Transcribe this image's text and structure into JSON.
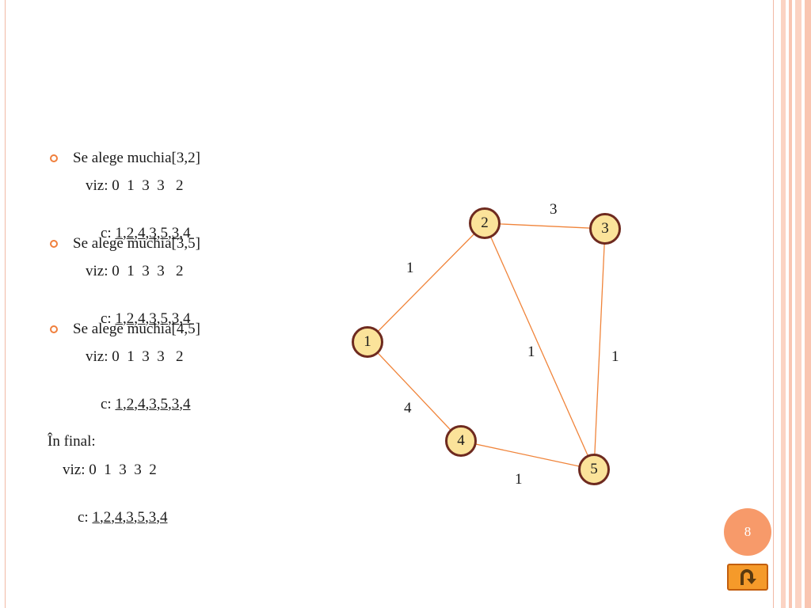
{
  "steps": [
    {
      "title": "Se alege muchia[3,2]",
      "viz": "viz: 0  1  3  3   2",
      "c_prefix": "c: ",
      "c_seq": [
        {
          "t": "1",
          "u": true
        },
        {
          "t": ",",
          "u": false
        },
        {
          "t": "2",
          "u": true
        },
        {
          "t": ",",
          "u": false
        },
        {
          "t": "4",
          "u": true
        },
        {
          "t": ",",
          "u": false
        },
        {
          "t": "3",
          "u": true
        },
        {
          "t": ",",
          "u": false
        },
        {
          "t": "5",
          "u": true
        },
        {
          "t": ",",
          "u": false
        },
        {
          "t": "3",
          "u": true
        },
        {
          "t": ",4",
          "u": false
        }
      ]
    },
    {
      "title": "Se alege muchia[3,5]",
      "viz": "viz: 0  1  3  3   2",
      "c_prefix": "c: ",
      "c_seq": [
        {
          "t": "1",
          "u": true
        },
        {
          "t": ",",
          "u": false
        },
        {
          "t": "2",
          "u": true
        },
        {
          "t": ",",
          "u": false
        },
        {
          "t": "4",
          "u": true
        },
        {
          "t": ",",
          "u": false
        },
        {
          "t": "3",
          "u": true
        },
        {
          "t": ",",
          "u": false
        },
        {
          "t": "5",
          "u": true
        },
        {
          "t": ",",
          "u": false
        },
        {
          "t": "3",
          "u": true
        },
        {
          "t": ",",
          "u": false
        },
        {
          "t": "4",
          "u": true
        }
      ]
    },
    {
      "title": "Se alege muchia[4,5]",
      "viz": "viz: 0  1  3  3   2",
      "c_prefix": "c: ",
      "c_seq": [
        {
          "t": "1",
          "u": true
        },
        {
          "t": ",",
          "u": false
        },
        {
          "t": "2",
          "u": true
        },
        {
          "t": ",",
          "u": false
        },
        {
          "t": "4",
          "u": true
        },
        {
          "t": ",",
          "u": false
        },
        {
          "t": "3",
          "u": true
        },
        {
          "t": ",",
          "u": false
        },
        {
          "t": "5",
          "u": true
        },
        {
          "t": ",",
          "u": false
        },
        {
          "t": "3",
          "u": true
        },
        {
          "t": ",",
          "u": false
        },
        {
          "t": "4",
          "u": true
        }
      ]
    }
  ],
  "final": {
    "title": "În final:",
    "viz": "viz: 0  1  3  3  2",
    "c_prefix": "c: ",
    "c_seq": [
      {
        "t": "1",
        "u": true
      },
      {
        "t": ",",
        "u": false
      },
      {
        "t": "2",
        "u": true
      },
      {
        "t": ",",
        "u": false
      },
      {
        "t": "4",
        "u": true
      },
      {
        "t": ",",
        "u": false
      },
      {
        "t": "3",
        "u": true
      },
      {
        "t": ",",
        "u": false
      },
      {
        "t": "5",
        "u": true
      },
      {
        "t": ",",
        "u": false
      },
      {
        "t": "3",
        "u": true
      },
      {
        "t": ",",
        "u": false
      },
      {
        "t": "4",
        "u": true
      }
    ]
  },
  "graph": {
    "nodes": [
      "1",
      "2",
      "3",
      "4",
      "5"
    ],
    "edges": [
      {
        "from": "1",
        "to": "2",
        "weight": "1"
      },
      {
        "from": "2",
        "to": "3",
        "weight": "3"
      },
      {
        "from": "2",
        "to": "5",
        "weight": "1"
      },
      {
        "from": "3",
        "to": "5",
        "weight": "1"
      },
      {
        "from": "1",
        "to": "4",
        "weight": "4"
      },
      {
        "from": "4",
        "to": "5",
        "weight": "1"
      }
    ],
    "edge_color": "#f0843a",
    "node_fill": "#fbe39a",
    "node_border": "#6e2a1f"
  },
  "page_number": "8",
  "bullet_color": "#f07f3c",
  "back_icon": "u-turn-arrow-icon"
}
